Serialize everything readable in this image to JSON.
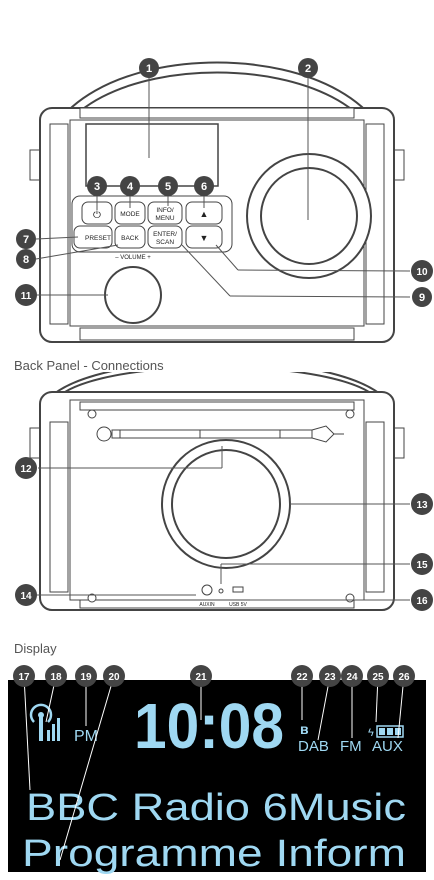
{
  "front": {
    "buttons": {
      "power": "⏻",
      "mode": "MODE",
      "info1": "INFO/",
      "info2": "MENU",
      "up": "▲",
      "preset": "PRESET",
      "back": "BACK",
      "enter1": "ENTER/",
      "enter2": "SCAN",
      "down": "▼"
    },
    "volume_label": "– VOLUME +"
  },
  "back_title": "Back Panel - Connections",
  "back_panel": {
    "auxin": "AUXIN",
    "usb": "USB 5V"
  },
  "display_title": "Display",
  "display": {
    "pm": "PM",
    "time": "10:08",
    "dab": "DAB",
    "fm": "FM",
    "aux": "AUX",
    "line1": "BBC Radio 6Music",
    "line2": "Programme Inform"
  },
  "callouts": [
    "1",
    "2",
    "3",
    "4",
    "5",
    "6",
    "7",
    "8",
    "9",
    "10",
    "11",
    "12",
    "13",
    "14",
    "15",
    "16",
    "17",
    "18",
    "19",
    "20",
    "21",
    "22",
    "23",
    "24",
    "25",
    "26"
  ],
  "colors": {
    "callout": "#444444",
    "lcd_text": "#9fd8f2",
    "lcd_bg": "#000000"
  }
}
